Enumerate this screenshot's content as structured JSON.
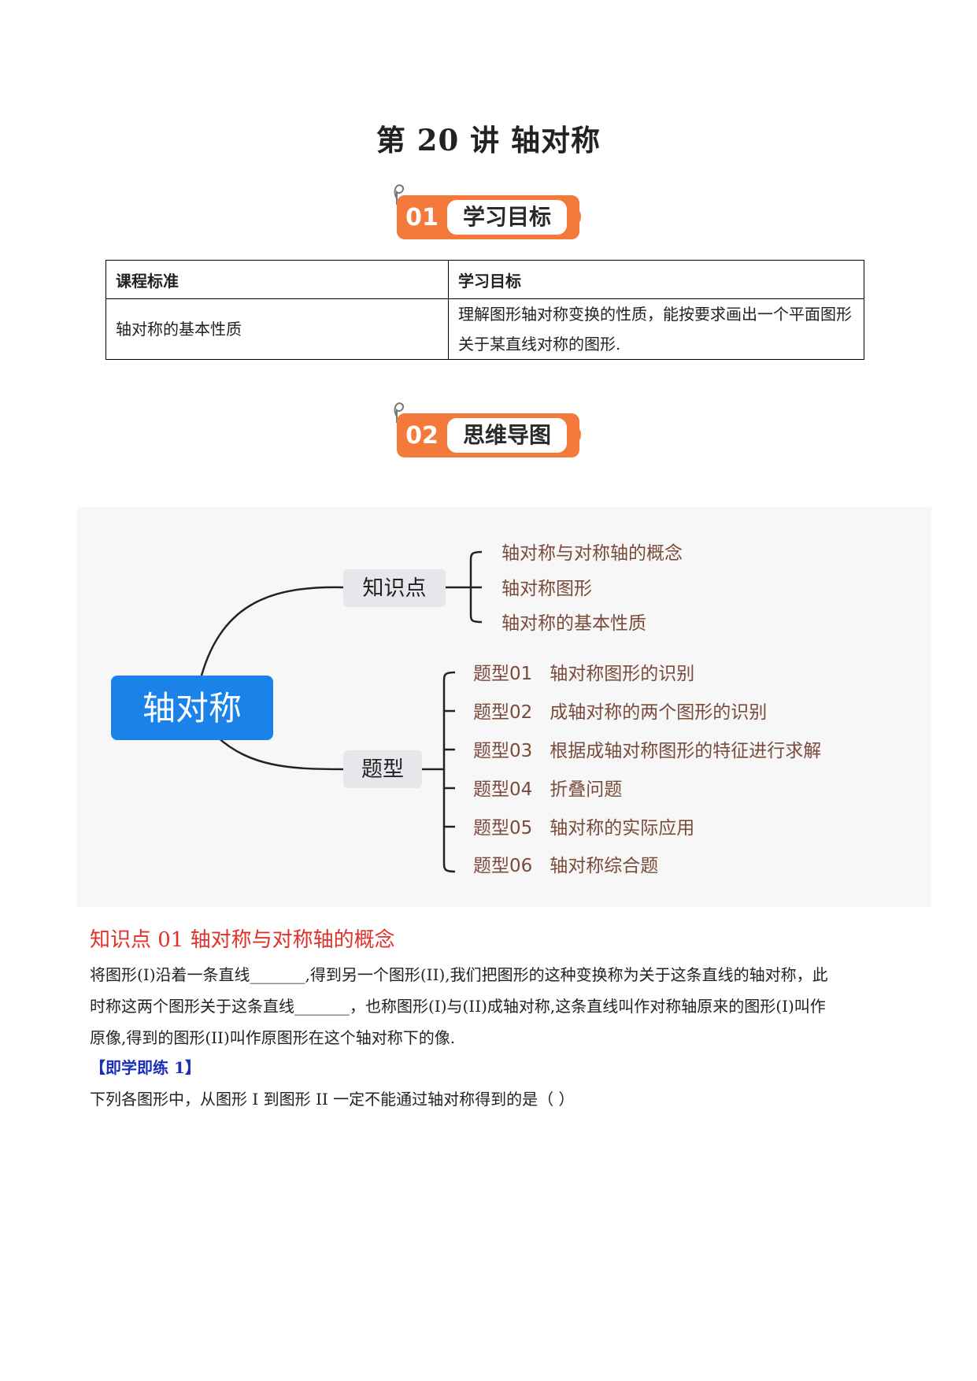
{
  "title": "第 20 讲  轴对称",
  "sections": [
    {
      "number": "01",
      "label": "学习目标"
    },
    {
      "number": "02",
      "label": "思维导图"
    }
  ],
  "colors": {
    "banner": "#f47a3b",
    "root_node": "#1a82e8",
    "heading_red": "#e0312a",
    "tag_blue": "#1a2fb5",
    "branch_text": "#7a4a3a"
  },
  "goals_table": {
    "headers": [
      "课程标准",
      "学习目标"
    ],
    "rows": [
      [
        "轴对称的基本性质",
        "理解图形轴对称变换的性质，能按要求画出一个平面图形关于某直线对称的图形."
      ]
    ]
  },
  "mindmap": {
    "root": "轴对称",
    "branches": [
      {
        "label": "知识点",
        "items": [
          "轴对称与对称轴的概念",
          "轴对称图形",
          "轴对称的基本性质"
        ]
      },
      {
        "label": "题型",
        "items": [
          "题型01   轴对称图形的识别",
          "题型02   成轴对称的两个图形的识别",
          "题型03   根据成轴对称图形的特征进行求解",
          "题型04   折叠问题",
          "题型05   轴对称的实际应用",
          "题型06   轴对称综合题"
        ]
      }
    ]
  },
  "knowledge_point": {
    "heading": "知识点 01  轴对称与对称轴的概念",
    "lines": [
      "将图形(I)沿着一条直线_______,得到另一个图形(II),我们把图形的这种变换称为关于这条直线的轴对称，此",
      "时称这两个图形关于这条直线_______，也称图形(I)与(II)成轴对称,这条直线叫作对称轴原来的图形(I)叫作",
      "原像,得到的图形(II)叫作原图形在这个轴对称下的像."
    ]
  },
  "exercise": {
    "tag": "【即学即练 1】",
    "question": "下列各图形中，从图形 I 到图形 II 一定不能通过轴对称得到的是（     ）"
  }
}
